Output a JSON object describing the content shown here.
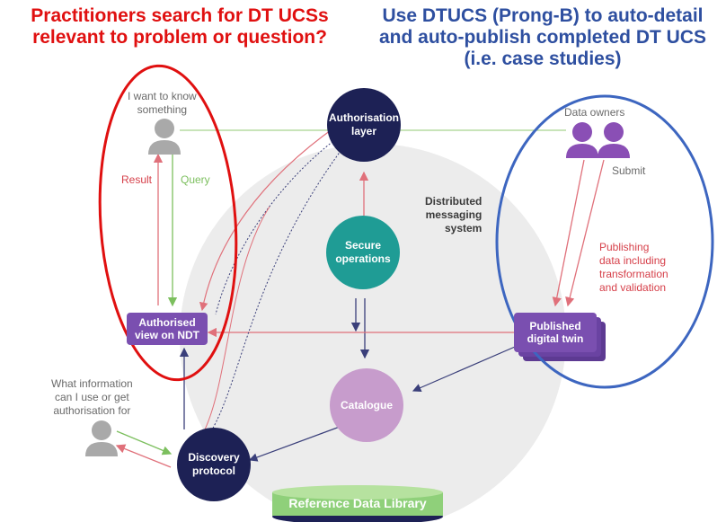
{
  "headers": {
    "left_line1": "Practitioners search for DT UCSs",
    "left_line2": "relevant to problem or question?",
    "right_line1": "Use DTUCS (Prong-B) to auto-detail",
    "right_line2": "and auto-publish completed DT UCS",
    "right_line3": "(i.e. case studies)"
  },
  "labels": {
    "want_to_know_1": "I want to know",
    "want_to_know_2": "something",
    "result": "Result",
    "query": "Query",
    "data_owners": "Data owners",
    "submit": "Submit",
    "distributed_1": "Distributed",
    "distributed_2": "messaging",
    "distributed_3": "system",
    "publishing_1": "Publishing",
    "publishing_2": "data including",
    "publishing_3": "transformation",
    "publishing_4": "and validation",
    "what_info_1": "What information",
    "what_info_2": "can I use or get",
    "what_info_3": "authorisation for"
  },
  "nodes": {
    "authorisation_1": "Authorisation",
    "authorisation_2": "layer",
    "secure_1": "Secure",
    "secure_2": "operations",
    "catalogue": "Catalogue",
    "discovery_1": "Discovery",
    "discovery_2": "protocol",
    "authorised_1": "Authorised",
    "authorised_2": "view on NDT",
    "published_1": "Published",
    "published_2": "digital twin",
    "reference_library": "Reference Data Library"
  },
  "colors": {
    "left_header": "#e01010",
    "right_header": "#2e4fa0",
    "navy": "#1d2155",
    "teal": "#1f9c95",
    "lilac": "#c79ccc",
    "purple": "#7a4fb0",
    "green": "#7cbf5e",
    "red_arrow": "#e0707a",
    "left_ellipse": "#e01010",
    "right_ellipse": "#3d66c0",
    "background_circle": "#ececec"
  }
}
